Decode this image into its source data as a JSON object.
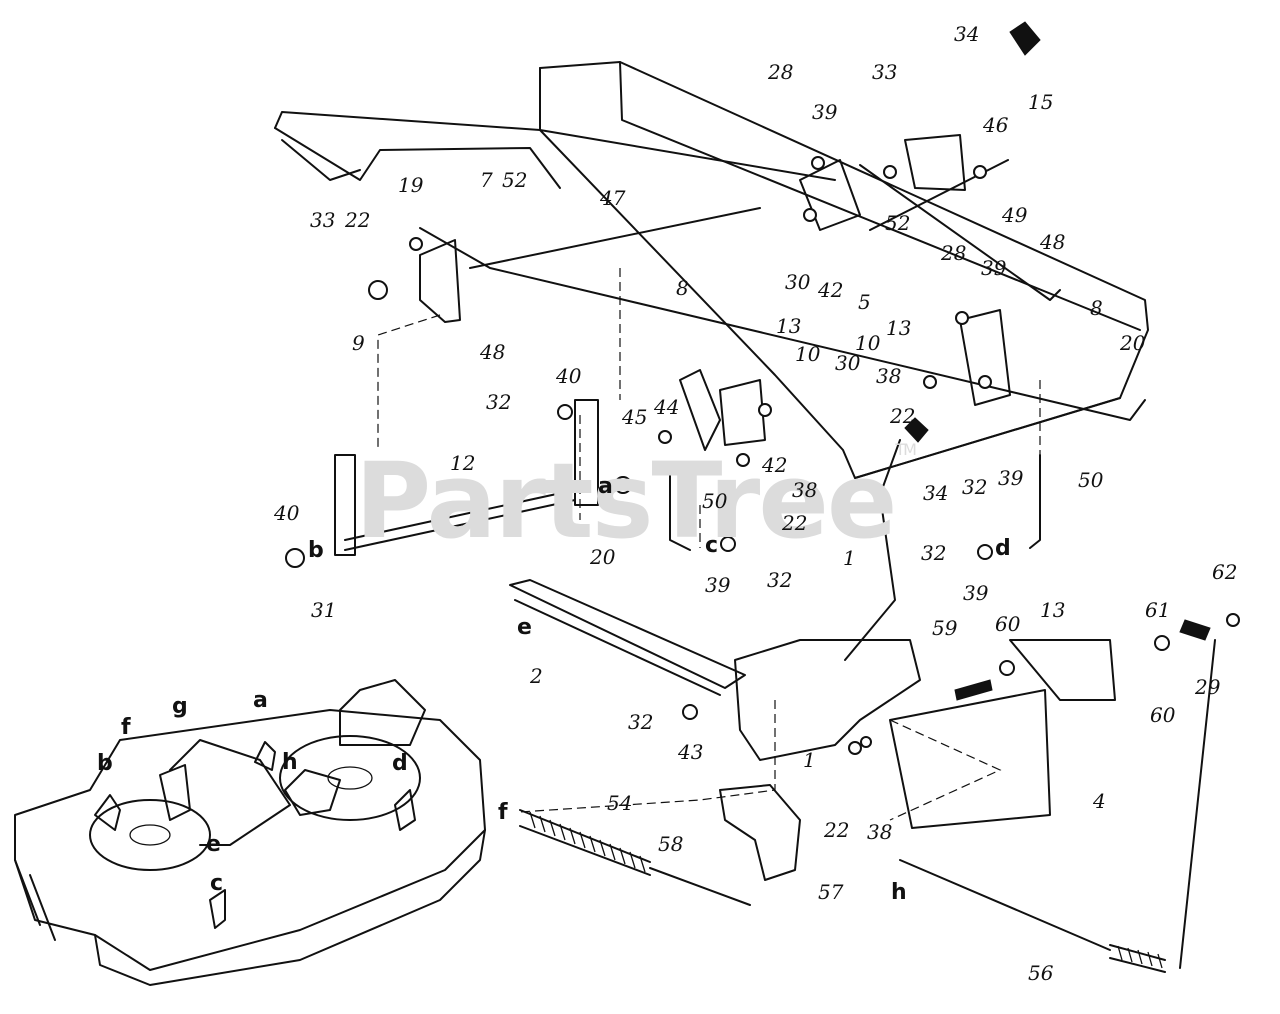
{
  "watermark": {
    "text": "PartsTree",
    "trademark": "TM"
  },
  "callouts": [
    "34",
    "28",
    "33",
    "39",
    "15",
    "46",
    "49",
    "52",
    "19",
    "7",
    "52",
    "47",
    "33",
    "22",
    "30",
    "42",
    "5",
    "48",
    "28",
    "39",
    "8",
    "9",
    "48",
    "13",
    "13",
    "10",
    "20",
    "8",
    "10",
    "30",
    "38",
    "40",
    "32",
    "45",
    "44",
    "42",
    "22",
    "39",
    "12",
    "a",
    "38",
    "34",
    "32",
    "50",
    "20",
    "50",
    "22",
    "40",
    "b",
    "c",
    "32",
    "d",
    "1",
    "31",
    "39",
    "32",
    "39",
    "62",
    "e",
    "2",
    "59",
    "60",
    "13",
    "61",
    "60",
    "29",
    "32",
    "43",
    "1",
    "a",
    "g",
    "f",
    "h",
    "b",
    "d",
    "e",
    "4",
    "54",
    "22",
    "38",
    "58",
    "f",
    "c",
    "57",
    "h",
    "56"
  ]
}
